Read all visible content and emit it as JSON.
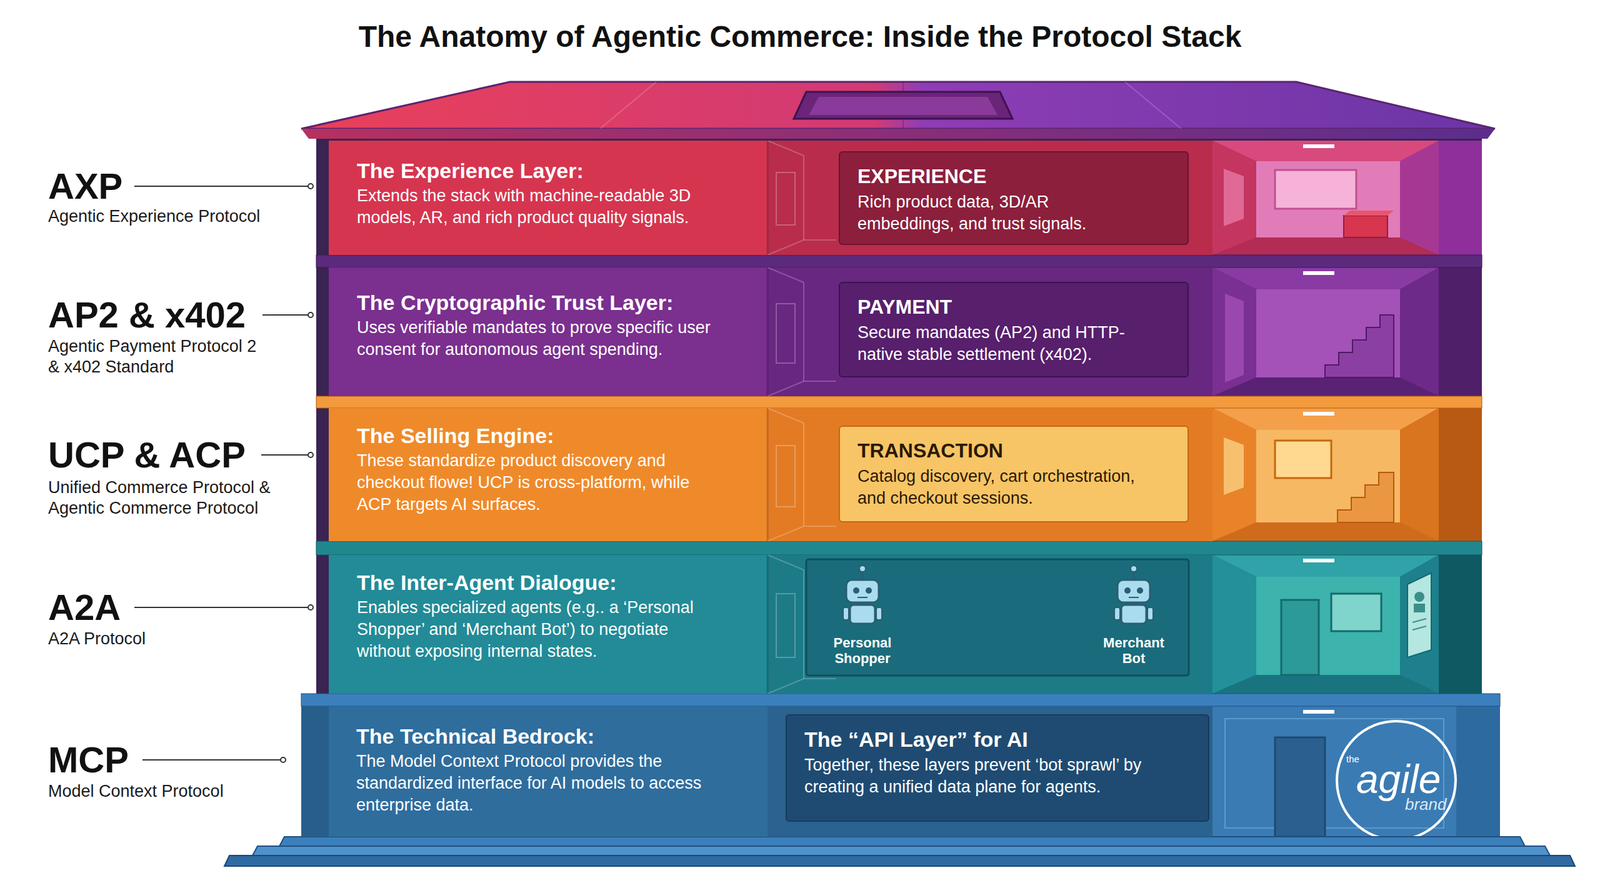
{
  "diagram": {
    "title": "The Anatomy of Agentic Commerce: Inside the Protocol Stack",
    "nodes": [
      {
        "text": [
          "The Experience Layer:",
          "Extends the stack with machine-readable 3D models, AR, and rich product quality signals."
        ]
      },
      {
        "text": [
          "EXPERIENCE",
          "Rich product data, 3D/AR embeddings, and trust signals."
        ],
        "in": 0
      },
      {
        "text": [
          "The Cryptographic Trust Layer:",
          "Uses verifiable mandates to prove specific user consent for autonomous agent spending."
        ]
      },
      {
        "text": [
          "PAYMENT",
          "Secure mandates (AP2) and HTTP-native stable settlement (x402)."
        ],
        "in": 2
      },
      {
        "text": [
          "The Selling Engine:",
          "These standardize product discovery and checkout flowe! UCP is cross-platform, while ACP targets AI surfaces."
        ]
      },
      {
        "text": [
          "TRANSACTION",
          "Catalog discovery, cart orchestration, and checkout sessions."
        ],
        "in": 4
      },
      {
        "text": [
          "The Inter-Agent Dialogue:",
          "Enables specialized agents (e.g.. a ‘Personal Shopper’ and ‘Merchant Bot’) to negotiate without exposing internal states."
        ]
      },
      {
        "text": [
          "The Technical Bedrock:",
          "The Model Context Protocol provides the standardized interface for AI models to access enterprise data."
        ]
      },
      {
        "text": [
          "The “API Layer” for AI",
          "Together, these layers prevent ‘bot sprawl’ by creating a unified data plane for agents."
        ],
        "in": 7
      }
    ],
    "labels": [
      "AXP",
      "Agentic Experience Protocol",
      "AP2 & x402",
      "Agentic Payment Protocol 2 & x402 Standard",
      "UCP & ACP",
      "Unified Commerce Protocol & Agentic Commerce Protocol",
      "A2A",
      "A2A Protocol",
      "MCP",
      "Model Context Protocol",
      "Personal Shopper",
      "Merchant Bot",
      "the",
      "agile",
      "brand"
    ]
  }
}
